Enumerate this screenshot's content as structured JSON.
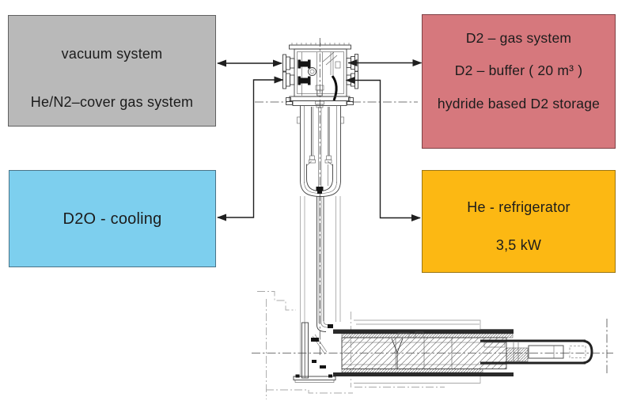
{
  "diagram": {
    "title_present": false,
    "boxes": {
      "vacuum": {
        "lines": [
          "vacuum system",
          "He/N2–cover gas system"
        ],
        "fill": "#b9b9b9",
        "border": "#606060"
      },
      "d2gas": {
        "lines": [
          "D2 – gas system",
          "D2 – buffer ( 20 m³ )",
          "hydride based D2 storage"
        ],
        "fill": "#d6787d",
        "border": "#7e4044"
      },
      "d2o": {
        "lines": [
          "D2O - cooling"
        ],
        "fill": "#7dcfee",
        "border": "#4a7488"
      },
      "heref": {
        "lines": [
          "He - refrigerator",
          "3,5 kW"
        ],
        "fill": "#fcb813",
        "border": "#9b7613"
      }
    },
    "connector_color": "#1f1f1f",
    "drawing": "cold-source in-pile assembly cross-section"
  }
}
